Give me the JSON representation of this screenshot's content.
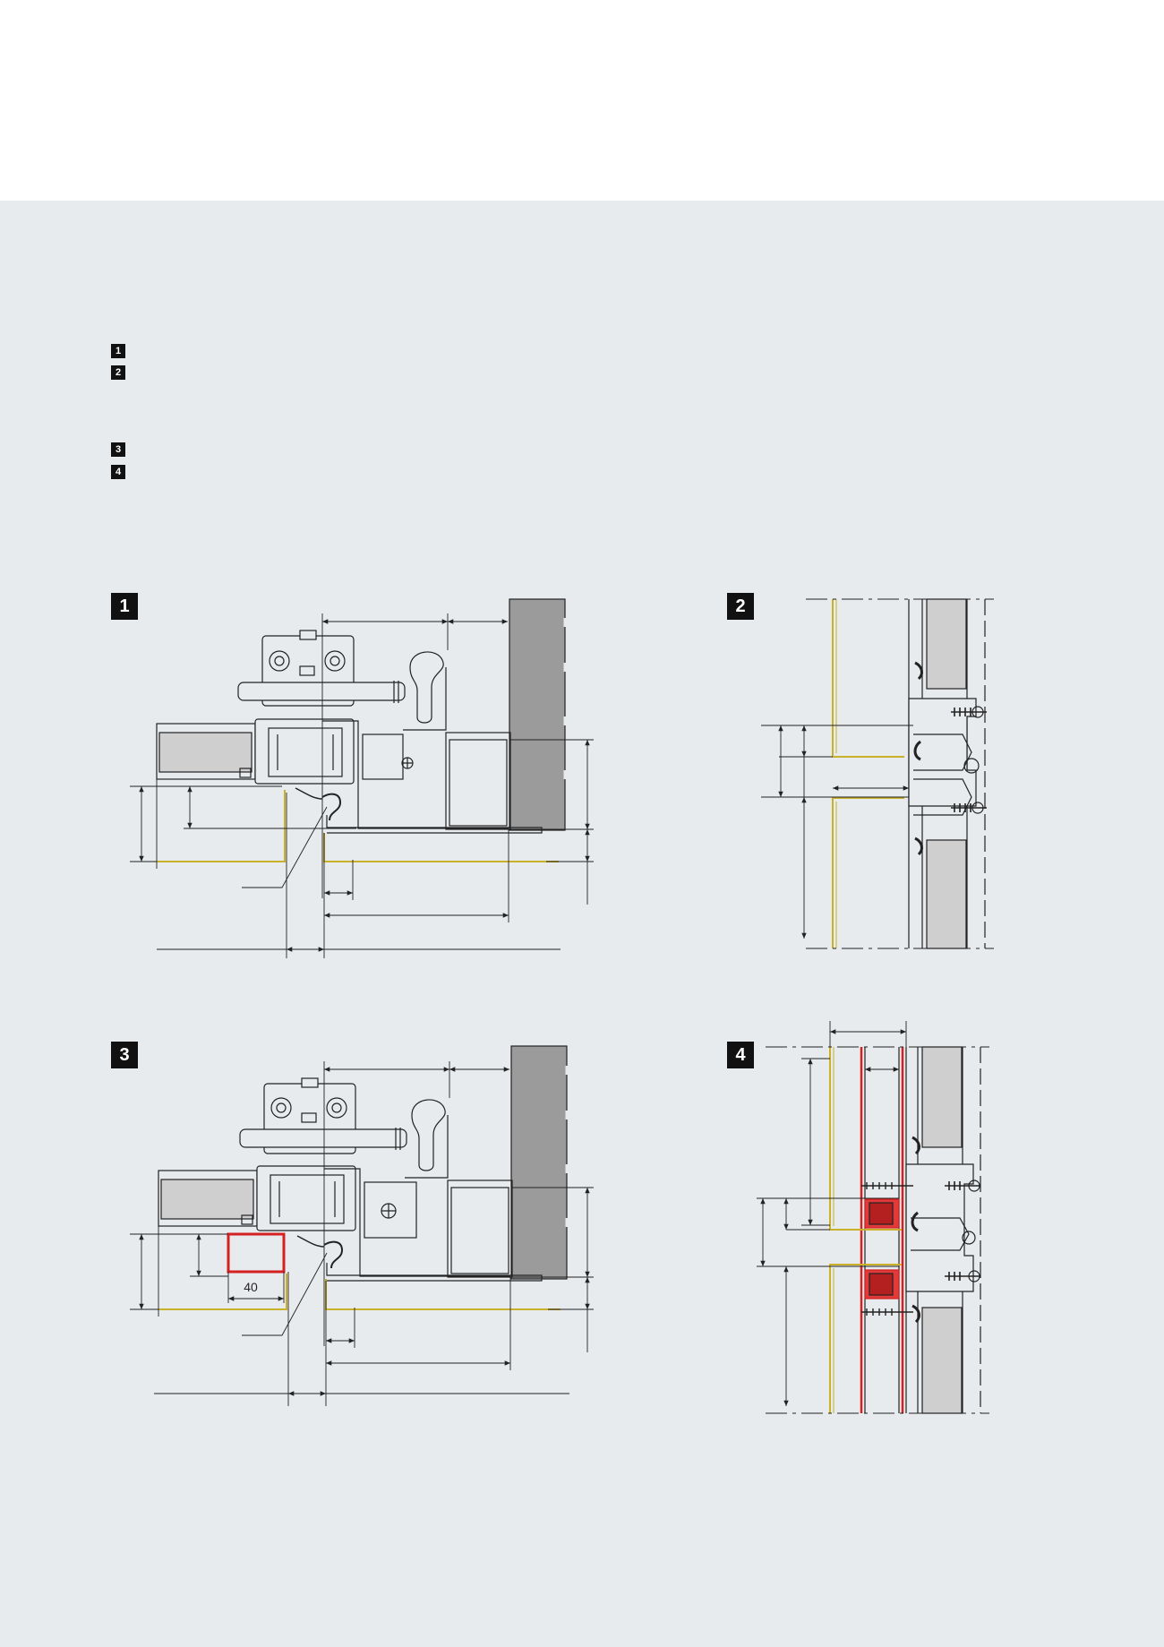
{
  "legend": [
    {
      "num": "1"
    },
    {
      "num": "2"
    },
    {
      "num": "3"
    },
    {
      "num": "4"
    }
  ],
  "figures": [
    {
      "num": "1"
    },
    {
      "num": "2"
    },
    {
      "num": "3"
    },
    {
      "num": "4"
    }
  ],
  "detail3": {
    "dimension_label": "40"
  },
  "colors": {
    "panel_bg": "#e8ebee",
    "line": "#222222",
    "masonry": "#9b9b9b",
    "glass": "#cfcfcf",
    "insulation_yellow": "#c9b22a",
    "steel_red": "#d42020"
  }
}
